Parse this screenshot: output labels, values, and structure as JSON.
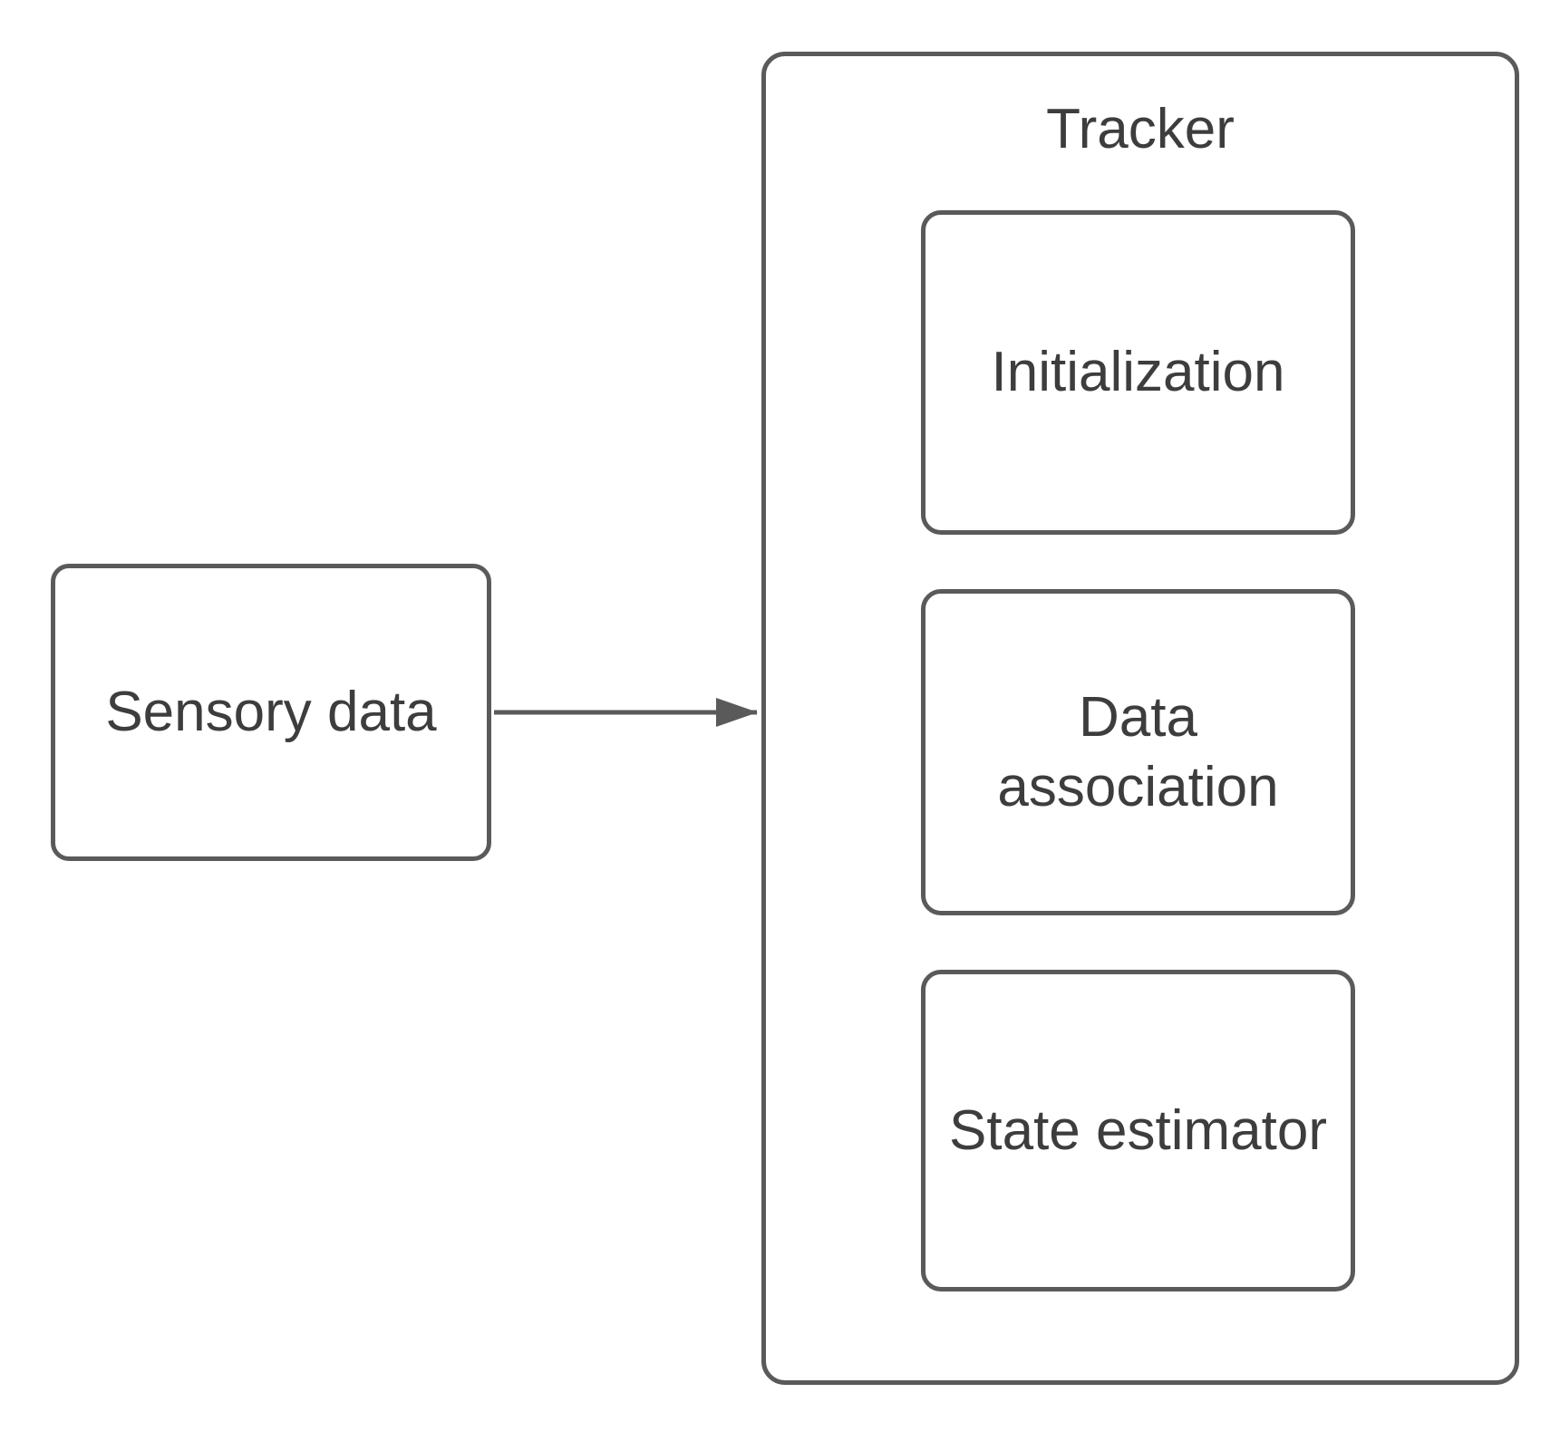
{
  "diagram": {
    "type": "flow-diagram",
    "sensory_box": {
      "label": "Sensory data"
    },
    "tracker": {
      "title": "Tracker",
      "nodes": [
        {
          "id": "initialization",
          "label": "Initialization"
        },
        {
          "id": "data-association",
          "label": "Data association"
        },
        {
          "id": "state-estimator",
          "label": "State estimator"
        }
      ]
    },
    "connectors": [
      {
        "from": "sensory-data",
        "to": "tracker",
        "shape": "straight-arrow"
      },
      {
        "from": "initialization",
        "to": "data-association",
        "shape": "right-arc"
      },
      {
        "from": "data-association",
        "to": "state-estimator",
        "shape": "right-arc"
      },
      {
        "from": "state-estimator",
        "to": "data-association",
        "shape": "left-arc"
      }
    ],
    "colors": {
      "stroke": "#5a5a5a",
      "text": "#3d3d3d",
      "background": "#ffffff"
    }
  }
}
